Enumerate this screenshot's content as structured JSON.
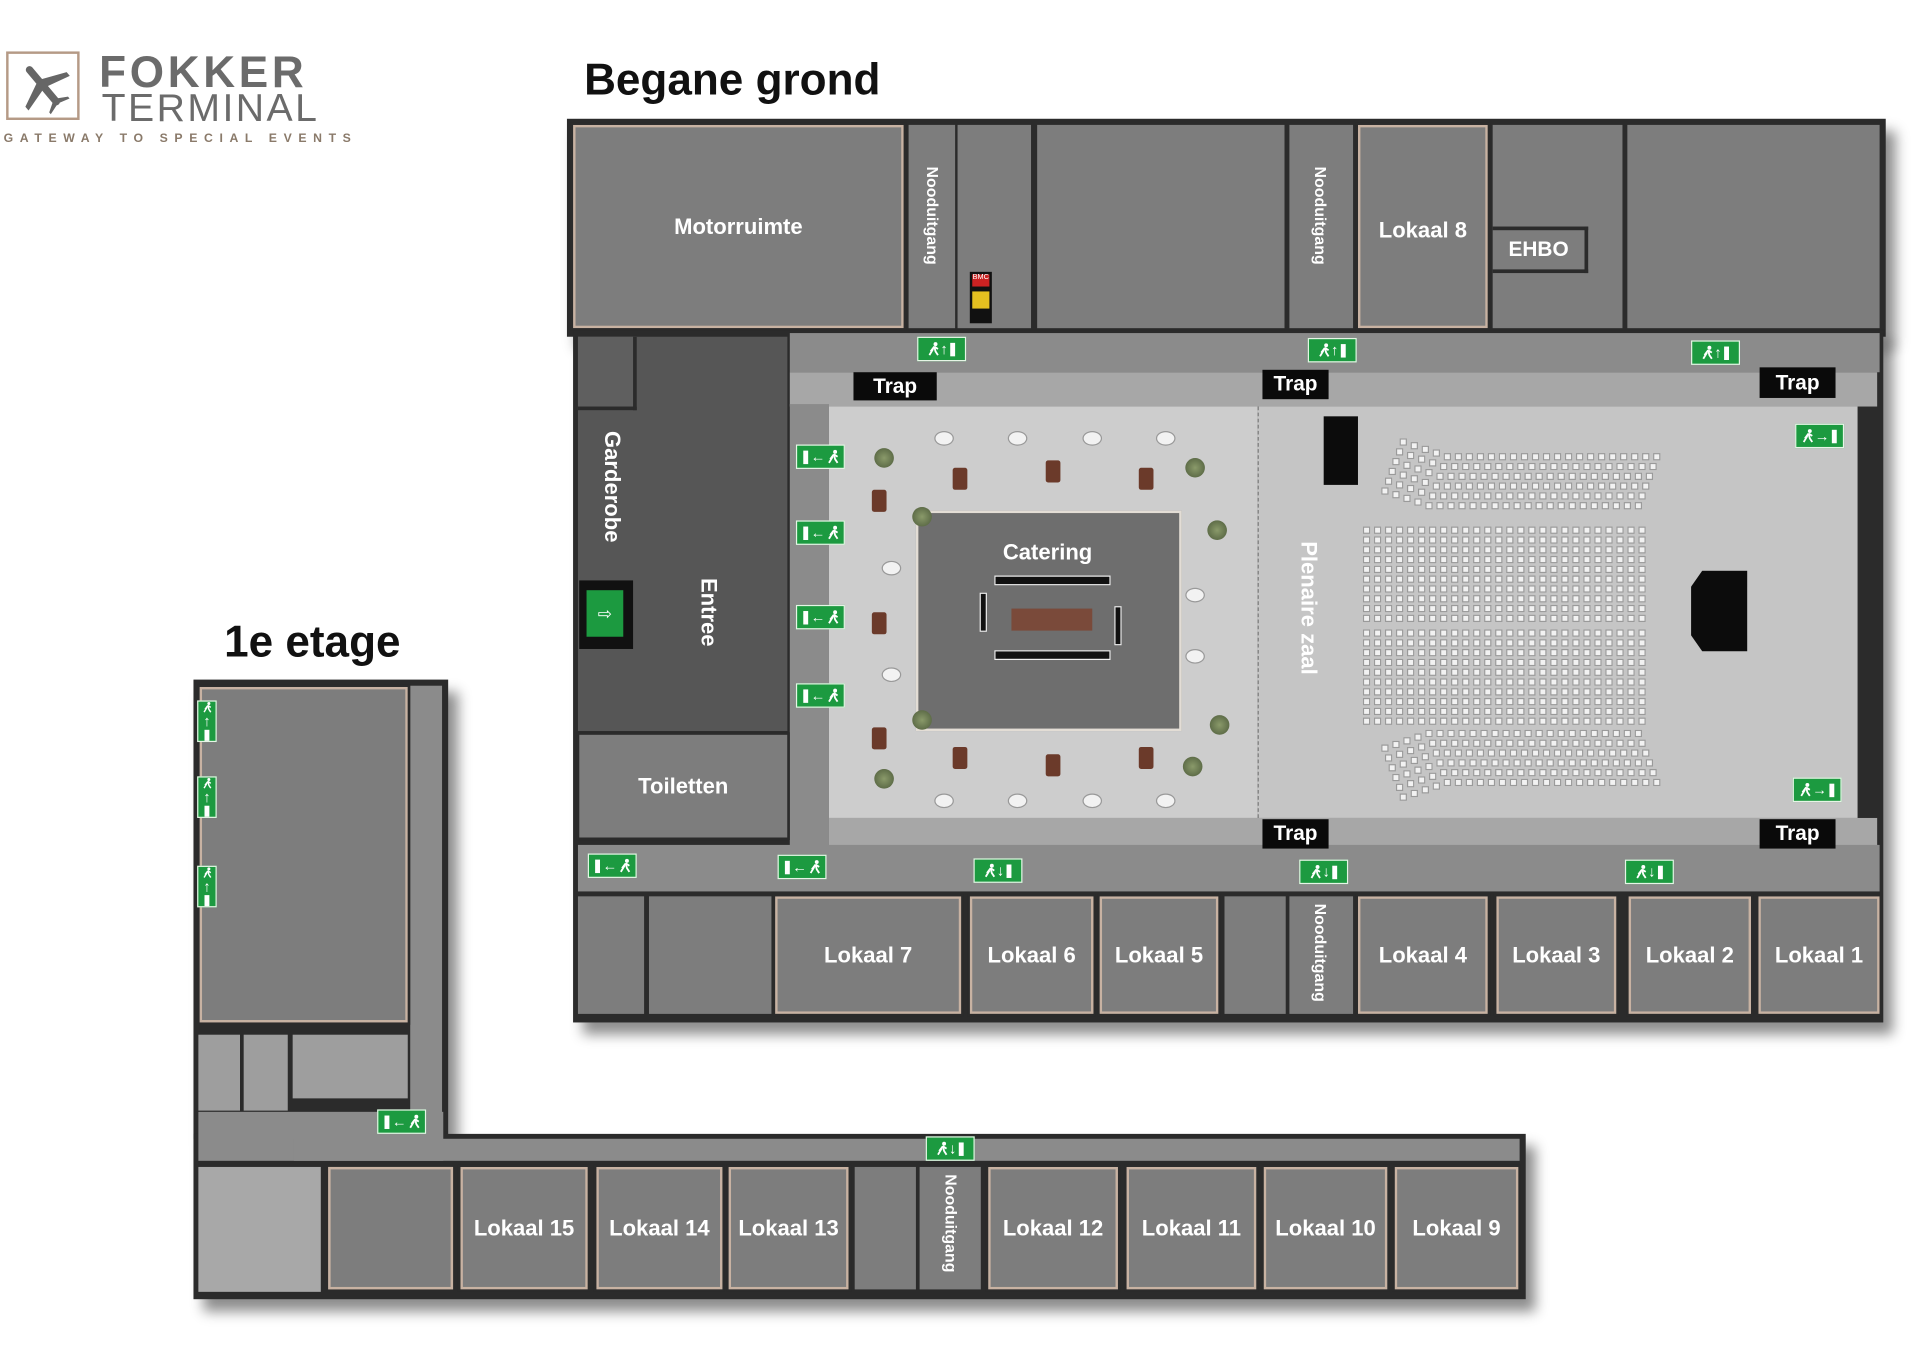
{
  "logo": {
    "line1": "FOKKER",
    "line2": "TERMINAL",
    "tagline": "GATEWAY TO SPECIAL EVENTS"
  },
  "ground_floor": {
    "title": "Begane grond",
    "rooms": {
      "motorruimte": "Motorruimte",
      "lokaal8": "Lokaal 8",
      "ehbo": "EHBO",
      "garderobe": "Garderobe",
      "entree": "Entree",
      "toiletten": "Toiletten",
      "catering": "Catering",
      "plenaire": "Plenaire zaal",
      "lokaal7": "Lokaal 7",
      "lokaal6": "Lokaal 6",
      "lokaal5": "Lokaal 5",
      "lokaal4": "Lokaal 4",
      "lokaal3": "Lokaal 3",
      "lokaal2": "Lokaal 2",
      "lokaal1": "Lokaal 1"
    },
    "nooduitgang": "Nooduitgang",
    "trap": "Trap",
    "bmc": "BMC"
  },
  "first_floor": {
    "title": "1e etage",
    "rooms": [
      "Lokaal 15",
      "Lokaal 14",
      "Lokaal 13",
      "Lokaal 12",
      "Lokaal 11",
      "Lokaal 10",
      "Lokaal 9"
    ],
    "nooduitgang": "Nooduitgang"
  },
  "colors": {
    "exit_green": "#1c9a40",
    "room": "#7d7d7d",
    "wall": "#2b2b2b",
    "hall": "#c8c8c8"
  },
  "icons": [
    "airplane-logo-icon",
    "emergency-exit-icon",
    "door-exit-icon"
  ]
}
